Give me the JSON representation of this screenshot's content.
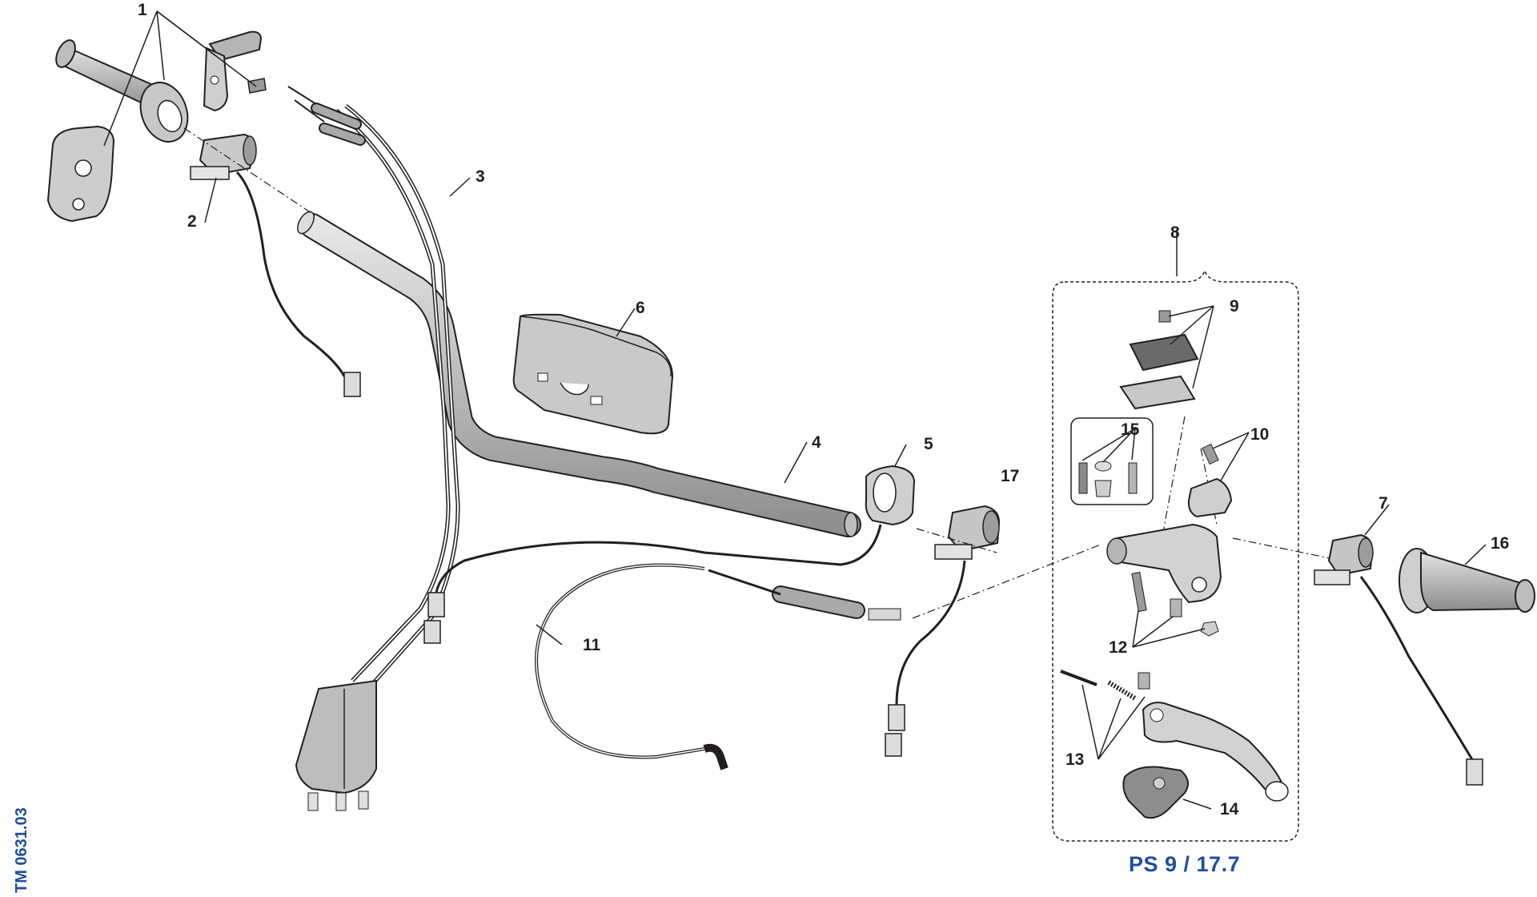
{
  "callouts": {
    "c1": "1",
    "c2": "2",
    "c3": "3",
    "c4": "4",
    "c5": "5",
    "c6": "6",
    "c7": "7",
    "c8": "8",
    "c9": "9",
    "c10": "10",
    "c11": "11",
    "c12": "12",
    "c13": "13",
    "c14": "14",
    "c15": "15",
    "c16": "16",
    "c17": "17"
  },
  "caption": "PS 9 / 17.7",
  "drawing_id": "TM 0631.03",
  "colors": {
    "ink": "#231f20",
    "part_fill": "#cfcfcf",
    "part_dark": "#8a8a8a",
    "accent_text": "#1f4e9e"
  }
}
